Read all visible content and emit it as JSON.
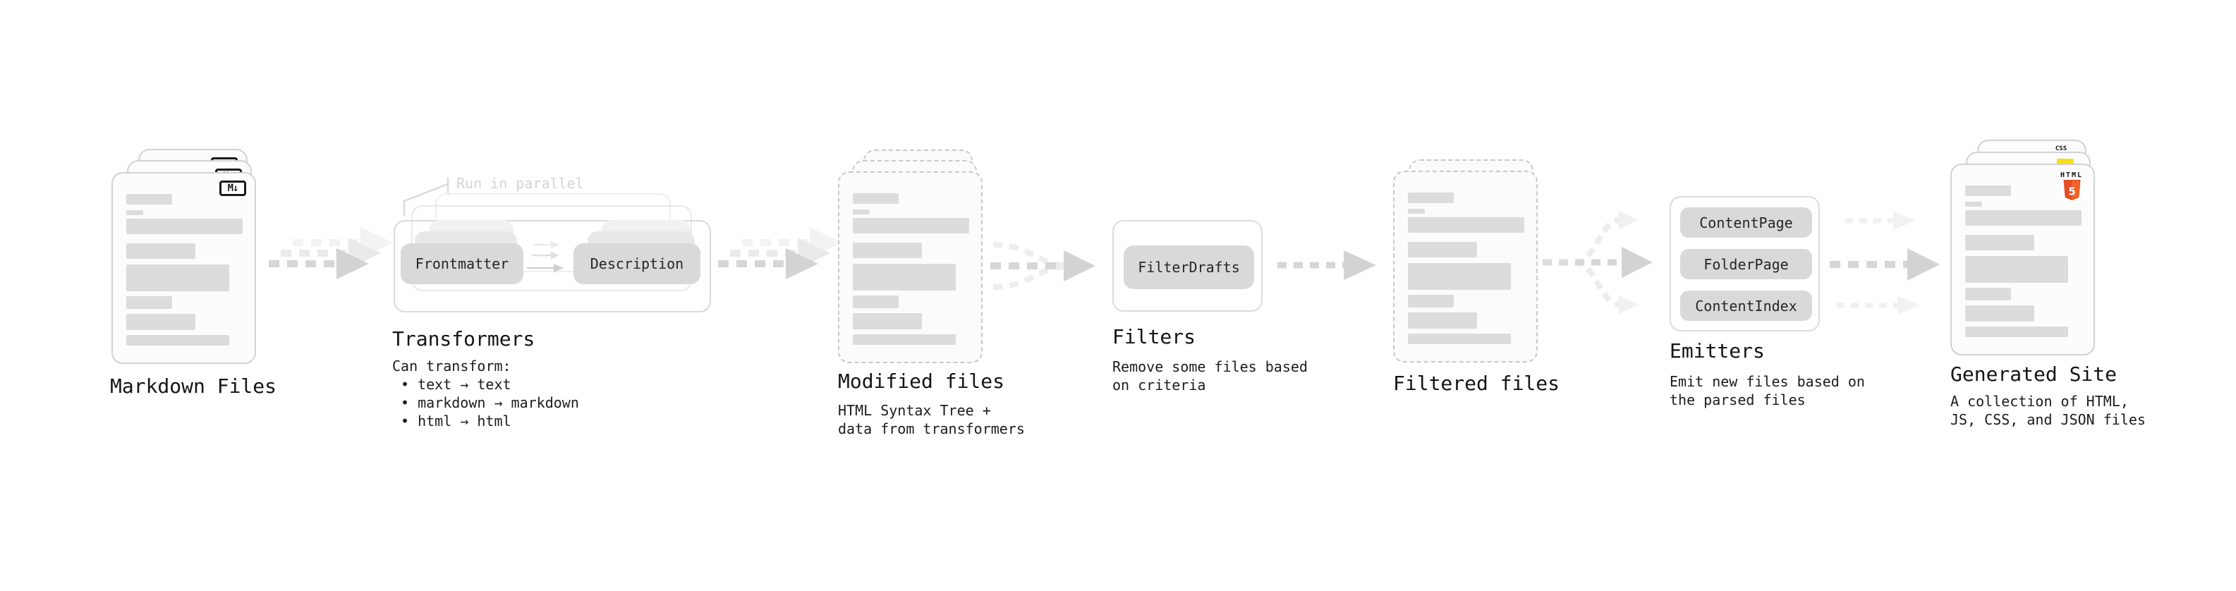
{
  "diagram": {
    "markdown_files": {
      "label": "Markdown Files",
      "badge": "M↓"
    },
    "transformers": {
      "label": "Transformers",
      "annotation": "Run in parallel",
      "pill_frontmatter": "Frontmatter",
      "pill_description": "Description",
      "desc_title": "Can transform:",
      "bullets": [
        "• text → text",
        "• markdown → markdown",
        "• html → html"
      ]
    },
    "modified_files": {
      "label": "Modified files",
      "desc": "HTML Syntax Tree +\ndata from transformers"
    },
    "filters": {
      "label": "Filters",
      "pill": "FilterDrafts",
      "desc": "Remove some files based\non criteria"
    },
    "filtered_files": {
      "label": "Filtered files"
    },
    "emitters": {
      "label": "Emitters",
      "pills": [
        "ContentPage",
        "FolderPage",
        "ContentIndex"
      ],
      "desc": "Emit new files based on\nthe parsed files"
    },
    "generated_site": {
      "label": "Generated Site",
      "desc": "A collection of HTML,\nJS, CSS, and JSON files",
      "css_badge": "CSS",
      "html_badge": "HTML",
      "html_number": "5"
    },
    "colors": {
      "html5_orange": "#e44d26",
      "html5_orange_light": "#f16529",
      "js_yellow": "#f5de19",
      "css_blue": "#2862e9",
      "pill_gray": "#d9d9d9",
      "arrow_gray": "#d6d6d6"
    }
  }
}
